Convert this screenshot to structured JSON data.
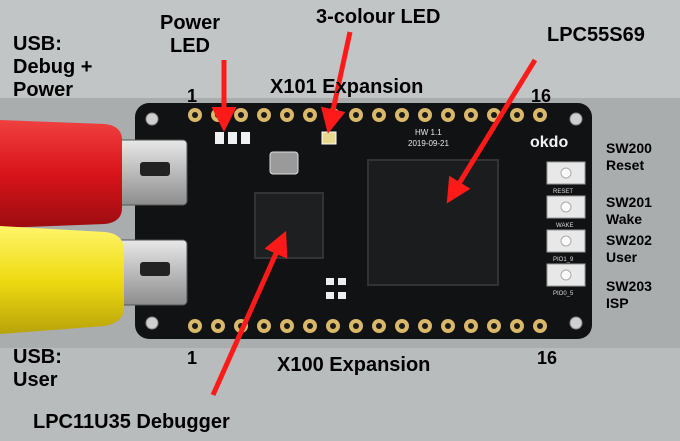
{
  "labels": {
    "usb_debug_power": [
      "USB:",
      "Debug +",
      "Power"
    ],
    "power_led": [
      "Power",
      "LED"
    ],
    "three_colour_led": "3-colour LED",
    "lpc55s69": "LPC55S69",
    "x101_expansion": "X101 Expansion",
    "x100_expansion": "X100 Expansion",
    "pin_1_top": "1",
    "pin_16_top": "16",
    "pin_1_bottom": "1",
    "pin_16_bottom": "16",
    "usb_user": [
      "USB:",
      "User"
    ],
    "lpc11u35_debugger": "LPC11U35 Debugger",
    "sw200": [
      "SW200",
      "Reset"
    ],
    "sw201": [
      "SW201",
      "Wake"
    ],
    "sw202": [
      "SW202",
      "User"
    ],
    "sw203": [
      "SW203",
      "ISP"
    ]
  },
  "board": {
    "hw_version": "HW 1.1",
    "date": "2019-09-21",
    "logo": "okdo",
    "button_silk": [
      "RESET",
      "WAKE",
      "PIO1_9",
      "PIO0_5"
    ]
  },
  "colors": {
    "background": "#b9bcbd",
    "pcb": "#111214",
    "arrow": "#ff1a1a",
    "cable_red": "#e0161c",
    "cable_yellow": "#f2df10",
    "pad_gold": "#d9b86a"
  }
}
